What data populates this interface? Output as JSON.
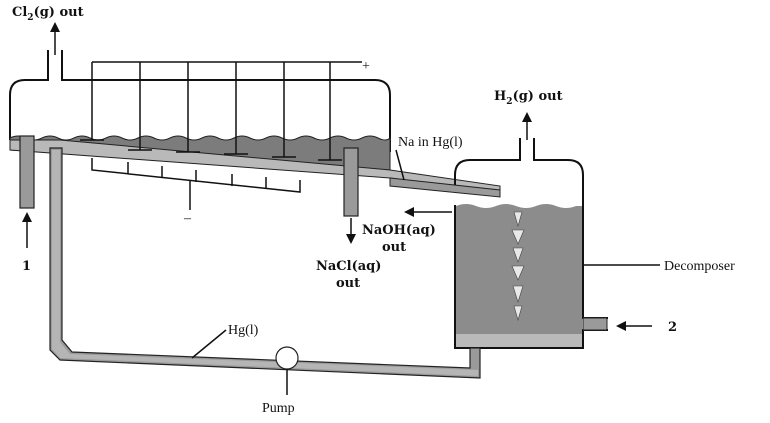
{
  "labels": {
    "cl2_out": {
      "main": "Cl",
      "sub": "2",
      "rest": "(g) out"
    },
    "h2_out": {
      "main": "H",
      "sub": "2",
      "rest": "(g) out"
    },
    "plus": "+",
    "minus": "–",
    "na_in_hg": "Na in Hg(l)",
    "naoh_line1": "NaOH(aq)",
    "naoh_line2": "out",
    "nacl_line1": "NaCl(aq)",
    "nacl_line2": "out",
    "decomposer": "Decomposer",
    "hg_l": "Hg(l)",
    "pump": "Pump",
    "inlet_1": "1",
    "inlet_2": "2"
  },
  "colors": {
    "mercury": "#9a9a9a",
    "mercury_dark": "#6e6e6e",
    "solution": "#8c8c8c",
    "line": "#111111"
  }
}
